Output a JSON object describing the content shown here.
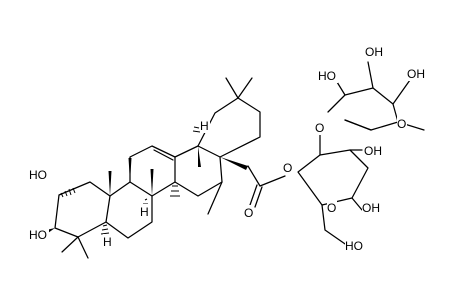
{
  "molecule": {
    "atom_labels": {
      "oh_c2": "HO",
      "oh_c3": "HO",
      "h_c5": "H",
      "h_c9": "H",
      "h_c18": "H",
      "o_ester": "O",
      "o_carbonyl": "O",
      "o_glc_ring": "O",
      "oh_glc6": "HO",
      "oh_glc4": "OH",
      "oh_glc3": "OH",
      "o_link": "O",
      "o_rha_ring": "O",
      "oh_rha2": "HO",
      "oh_rha3": "OH",
      "oh_rha4": "OH"
    },
    "colors": {
      "bond": "#000000",
      "text": "#000000",
      "background": "#ffffff"
    }
  }
}
